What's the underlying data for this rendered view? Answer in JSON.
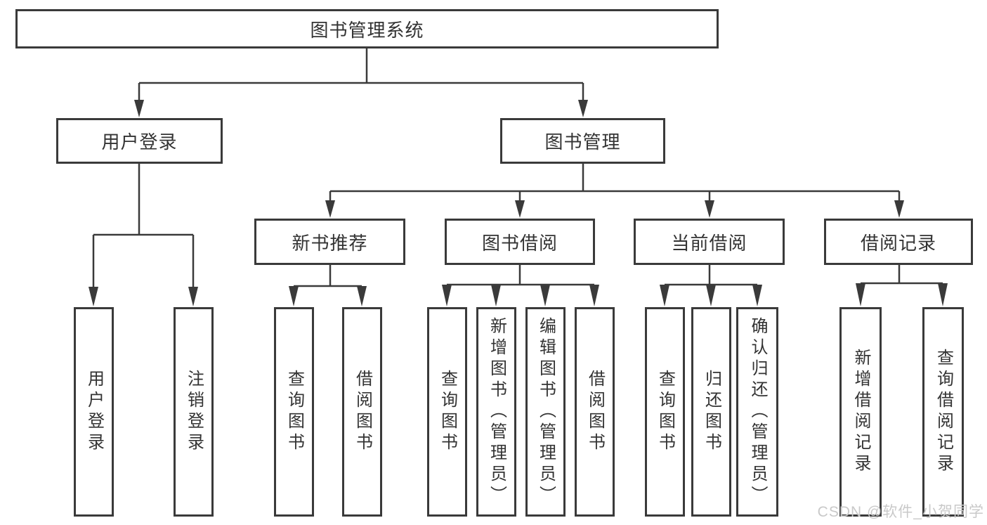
{
  "tree": {
    "root": "图书管理系统",
    "branches": [
      {
        "label": "用户登录",
        "children": [
          "用户登录",
          "注销登录"
        ]
      },
      {
        "label": "图书管理",
        "sections": [
          {
            "label": "新书推荐",
            "children": [
              "查询图书",
              "借阅图书"
            ]
          },
          {
            "label": "图书借阅",
            "children": [
              "查询图书",
              "新增图书（管理员）",
              "编辑图书（管理员）",
              "借阅图书"
            ]
          },
          {
            "label": "当前借阅",
            "children": [
              "查询图书",
              "归还图书",
              "确认归还（管理员）"
            ]
          },
          {
            "label": "借阅记录",
            "children": [
              "新增借阅记录",
              "查询借阅记录"
            ]
          }
        ]
      }
    ]
  },
  "watermark": "CSDN @软件_小贺同学",
  "colors": {
    "line": "#3a3a3a",
    "text": "#333333",
    "watermark": "#c9c9c9",
    "bg": "#ffffff"
  }
}
